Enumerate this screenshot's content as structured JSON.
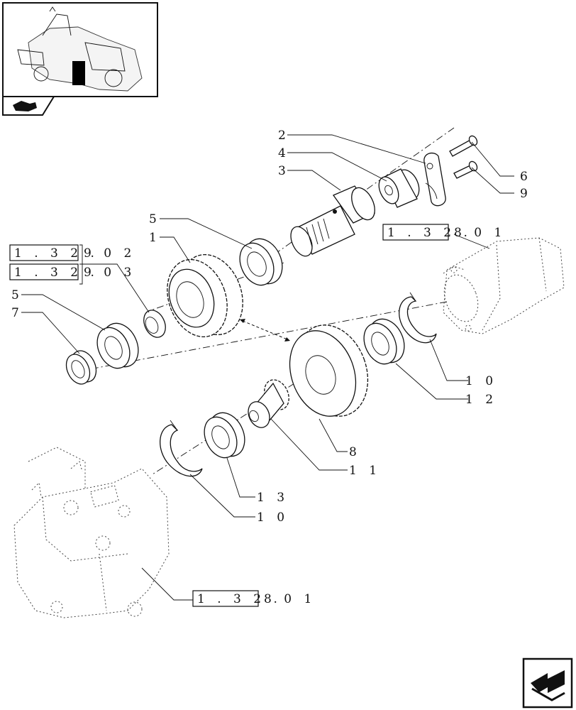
{
  "diagram": {
    "callouts": {
      "c2": "2",
      "c4": "4",
      "c3": "3",
      "c6": "6",
      "c9": "9",
      "c5a": "5",
      "c1": "1",
      "c5b": "5",
      "c7": "7",
      "c10a": "1 0",
      "c12": "1 2",
      "c8": "8",
      "c11": "1 1",
      "c13": "1 3",
      "c10b": "1 0"
    },
    "references": {
      "ref_902_box": "1 . 3 2 .",
      "ref_902_tail": "9   0 2",
      "ref_903_box": "1 . 3 2 .",
      "ref_903_tail": "9   0 3",
      "ref_motor_box": "1 . 3 2 .",
      "ref_motor_tail": "8   0 1",
      "ref_pump_box": "1 . 3 2 .",
      "ref_pump_tail": "8   0 1"
    }
  },
  "icons": {
    "thumbnail": "tractor-thumbnail-icon",
    "prev": "prev-page-icon",
    "next": "next-page-icon"
  }
}
